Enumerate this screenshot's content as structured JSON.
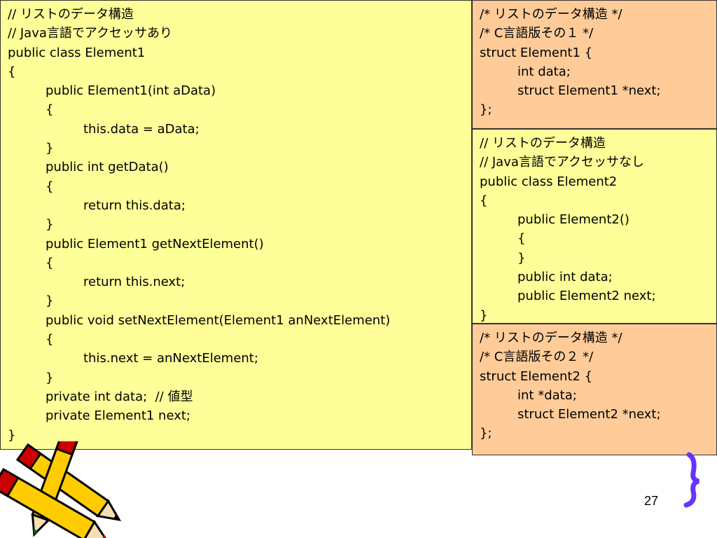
{
  "code_panels": {
    "java_element1": {
      "lines": [
        {
          "text": "// リストのデータ構造",
          "indent": 0
        },
        {
          "text": "// Java言語でアクセッサあり",
          "indent": 0
        },
        {
          "text": "public class Element1",
          "indent": 0
        },
        {
          "text": "{",
          "indent": 0
        },
        {
          "text": "public Element1(int aData)",
          "indent": 1
        },
        {
          "text": "{",
          "indent": 1
        },
        {
          "text": "this.data = aData;",
          "indent": 2
        },
        {
          "text": "}",
          "indent": 1
        },
        {
          "text": "public int getData()",
          "indent": 1
        },
        {
          "text": "{",
          "indent": 1
        },
        {
          "text": "return this.data;",
          "indent": 2
        },
        {
          "text": "}",
          "indent": 1
        },
        {
          "text": "public Element1 getNextElement()",
          "indent": 1
        },
        {
          "text": "{",
          "indent": 1
        },
        {
          "text": "return this.next;",
          "indent": 2
        },
        {
          "text": "}",
          "indent": 1
        },
        {
          "text": "public void setNextElement(Element1 anNextElement)",
          "indent": 1
        },
        {
          "text": "{",
          "indent": 1
        },
        {
          "text": "this.next = anNextElement;",
          "indent": 2
        },
        {
          "text": "}",
          "indent": 1
        },
        {
          "text": "private int data;  // 値型",
          "indent": 1
        },
        {
          "text": "private Element1 next;",
          "indent": 1
        },
        {
          "text": "}",
          "indent": 0
        }
      ]
    },
    "c_element1": {
      "lines": [
        {
          "text": "/* リストのデータ構造 */",
          "indent": 0
        },
        {
          "text": "/* C言語版その１ */",
          "indent": 0
        },
        {
          "text": "struct Element1 {",
          "indent": 0
        },
        {
          "text": "int data;",
          "indent": 1
        },
        {
          "text": "struct Element1 *next;",
          "indent": 1
        },
        {
          "text": "};",
          "indent": 0
        }
      ]
    },
    "java_element2": {
      "lines": [
        {
          "text": "// リストのデータ構造",
          "indent": 0
        },
        {
          "text": "// Java言語でアクセッサなし",
          "indent": 0
        },
        {
          "text": "public class Element2",
          "indent": 0
        },
        {
          "text": "{",
          "indent": 0
        },
        {
          "text": "public Element2()",
          "indent": 1
        },
        {
          "text": "{",
          "indent": 1
        },
        {
          "text": "}",
          "indent": 1
        },
        {
          "text": "public int data;",
          "indent": 1
        },
        {
          "text": "public Element2 next;",
          "indent": 1
        },
        {
          "text": "}",
          "indent": 0
        }
      ]
    },
    "c_element2": {
      "lines": [
        {
          "text": "/* リストのデータ構造 */",
          "indent": 0
        },
        {
          "text": "/* C言語版その２ */",
          "indent": 0
        },
        {
          "text": "struct Element2 {",
          "indent": 0
        },
        {
          "text": "int *data;",
          "indent": 1
        },
        {
          "text": "struct Element2 *next;",
          "indent": 1
        },
        {
          "text": "};",
          "indent": 0
        }
      ]
    }
  },
  "slide_number": "27",
  "colors": {
    "yellow_panel": "#ffff99",
    "orange_panel": "#ffcc99",
    "bracket": "#6633ff"
  },
  "decorations": {
    "clipart": "pencils-clipart",
    "bracket": "curly-bracket-decoration"
  }
}
